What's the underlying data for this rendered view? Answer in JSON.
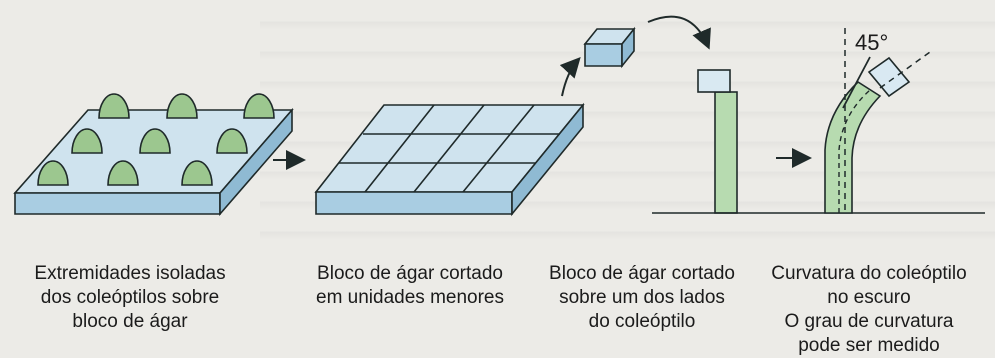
{
  "captions": {
    "step1": "Extremidades isoladas\ndos coleóptilos sobre\nbloco de ágar",
    "step2": "Bloco de ágar cortado\nem unidades menores",
    "step3": "Bloco de ágar cortado\nsobre um dos lados\ndo coleóptilo",
    "step4": "Curvatura do coleóptilo\nno escuro\nO grau de curvatura\npode ser medido"
  },
  "angle_label": "45°",
  "colors": {
    "agar_top": "#cfe3ee",
    "agar_side": "#9ec4db",
    "coleoptile_tip": "#9cc78f",
    "coleoptile_stem": "#b7dbb0",
    "outline": "#1f2a2a"
  }
}
